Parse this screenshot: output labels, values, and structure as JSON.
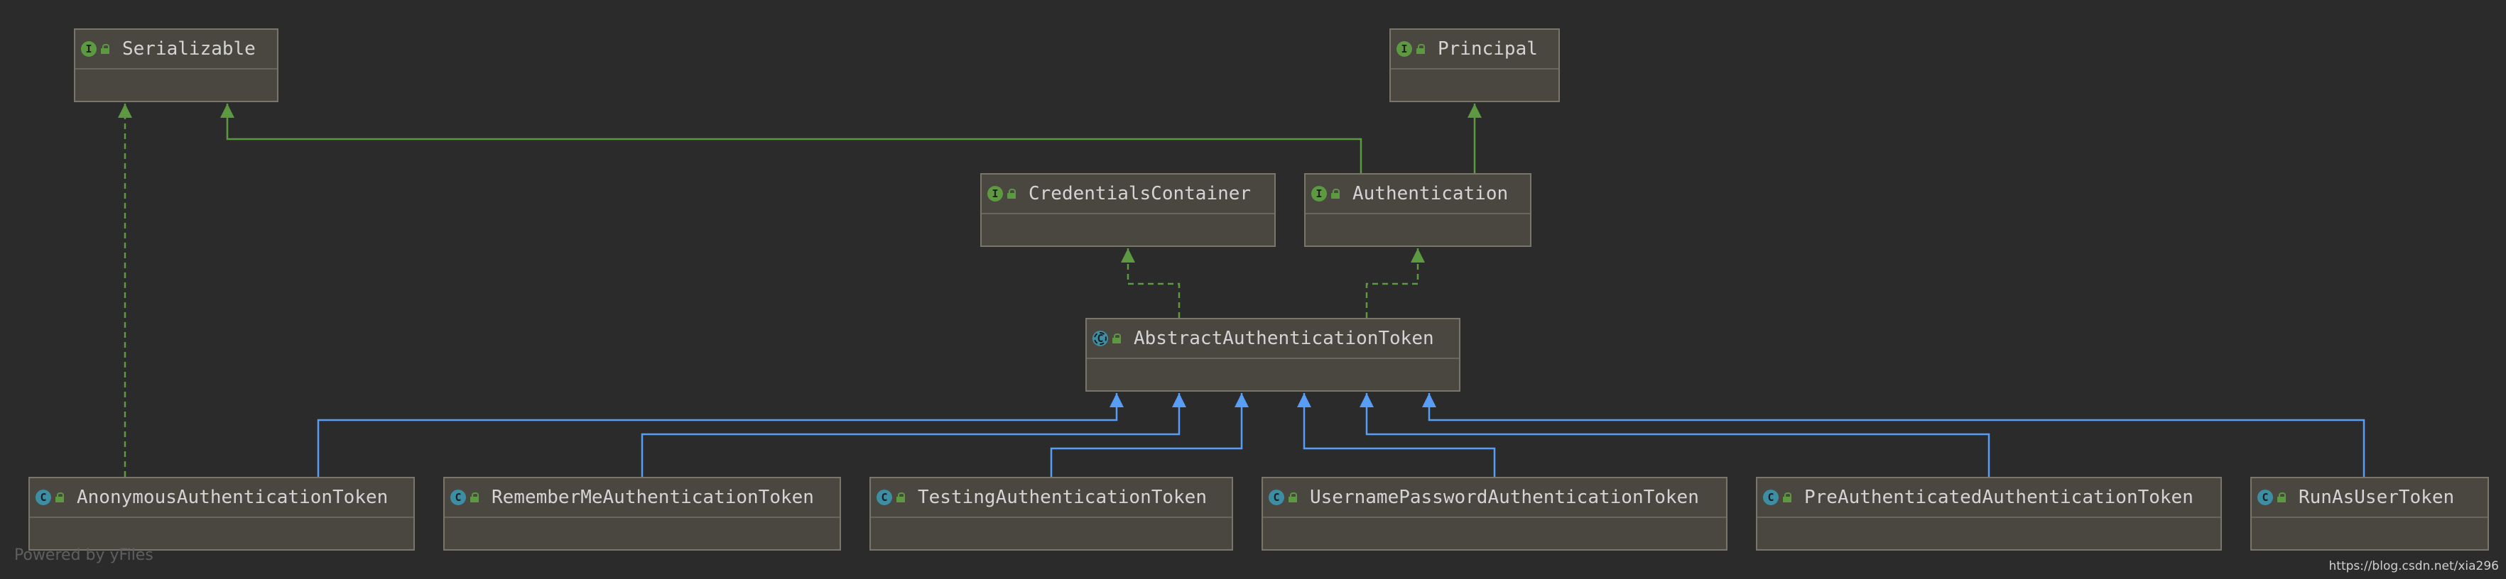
{
  "diagram": {
    "nodes": {
      "serializable": {
        "name": "Serializable",
        "kind": "interface",
        "icon": "interface-icon"
      },
      "principal": {
        "name": "Principal",
        "kind": "interface",
        "icon": "interface-icon"
      },
      "credentials_container": {
        "name": "CredentialsContainer",
        "kind": "interface",
        "icon": "interface-icon"
      },
      "authentication": {
        "name": "Authentication",
        "kind": "interface",
        "icon": "interface-icon"
      },
      "abstract_authentication_token": {
        "name": "AbstractAuthenticationToken",
        "kind": "abstract-class",
        "icon": "abstract-class-icon"
      },
      "anonymous_authentication_token": {
        "name": "AnonymousAuthenticationToken",
        "kind": "class",
        "icon": "class-icon"
      },
      "remember_me_authentication_token": {
        "name": "RememberMeAuthenticationToken",
        "kind": "class",
        "icon": "class-icon"
      },
      "testing_authentication_token": {
        "name": "TestingAuthenticationToken",
        "kind": "class",
        "icon": "class-icon"
      },
      "username_password_authentication_token": {
        "name": "UsernamePasswordAuthenticationToken",
        "kind": "class",
        "icon": "class-icon"
      },
      "pre_authenticated_authentication_token": {
        "name": "PreAuthenticatedAuthenticationToken",
        "kind": "class",
        "icon": "class-icon"
      },
      "run_as_user_token": {
        "name": "RunAsUserToken",
        "kind": "class",
        "icon": "class-icon"
      }
    },
    "edges": [
      {
        "from": "authentication",
        "to": "serializable",
        "type": "extends-interface"
      },
      {
        "from": "authentication",
        "to": "principal",
        "type": "extends-interface"
      },
      {
        "from": "abstract_authentication_token",
        "to": "credentials_container",
        "type": "implements"
      },
      {
        "from": "abstract_authentication_token",
        "to": "authentication",
        "type": "implements"
      },
      {
        "from": "anonymous_authentication_token",
        "to": "serializable",
        "type": "implements"
      },
      {
        "from": "anonymous_authentication_token",
        "to": "abstract_authentication_token",
        "type": "extends"
      },
      {
        "from": "remember_me_authentication_token",
        "to": "abstract_authentication_token",
        "type": "extends"
      },
      {
        "from": "testing_authentication_token",
        "to": "abstract_authentication_token",
        "type": "extends"
      },
      {
        "from": "username_password_authentication_token",
        "to": "abstract_authentication_token",
        "type": "extends"
      },
      {
        "from": "pre_authenticated_authentication_token",
        "to": "abstract_authentication_token",
        "type": "extends"
      },
      {
        "from": "run_as_user_token",
        "to": "abstract_authentication_token",
        "type": "extends"
      }
    ]
  },
  "colors": {
    "background": "#2b2b2b",
    "interface_edge": "#5d9940",
    "class_edge": "#589df6",
    "node_fill": "#4a4740"
  },
  "footer": {
    "powered_by": "Powered by yFiles",
    "source_url": "https://blog.csdn.net/xia296"
  }
}
